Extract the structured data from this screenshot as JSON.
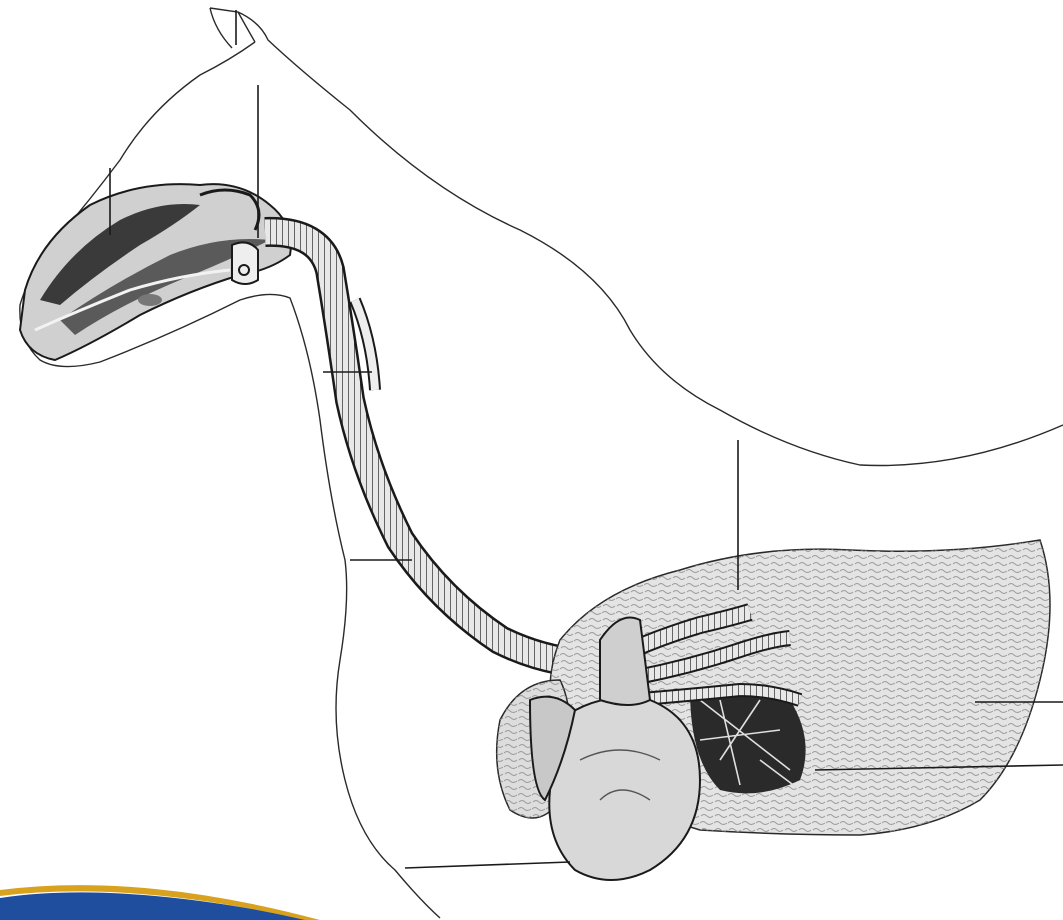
{
  "diagram": {
    "subject": "horse-respiratory-system",
    "labels_printed": false,
    "leader_line_count": 8,
    "colors": {
      "ink": "#1a1a1a",
      "outline": "#2a2a2a",
      "lung_fill": "#e4e4e4",
      "lung_texture": "#9a9a9a",
      "heart_fill": "#d8d8d8",
      "head_dark": "#3a3a3a",
      "banner_blue": "#1f4e9e",
      "banner_gold": "#d9a21e"
    },
    "parts": [
      "head",
      "nasal-cavity",
      "larynx",
      "trachea",
      "bronchi",
      "lung",
      "heart"
    ]
  }
}
